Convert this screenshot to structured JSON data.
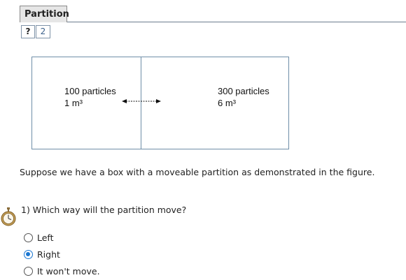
{
  "tab": {
    "label": "Partition"
  },
  "toolbar": {
    "help_label": "?",
    "count_label": "2"
  },
  "figure": {
    "left_particles": "100 particles",
    "left_volume": "1 m³",
    "right_particles": "300 particles",
    "right_volume": "6 m³"
  },
  "prompt": "Suppose we have a box with a moveable partition as demonstrated in the figure.",
  "question": {
    "text": "1) Which way will the partition move?",
    "options": [
      {
        "label": "Left",
        "selected": false
      },
      {
        "label": "Right",
        "selected": true
      },
      {
        "label": "It won't move.",
        "selected": false
      }
    ]
  },
  "colors": {
    "accent": "#1976d2",
    "border": "#6f8ea8"
  }
}
